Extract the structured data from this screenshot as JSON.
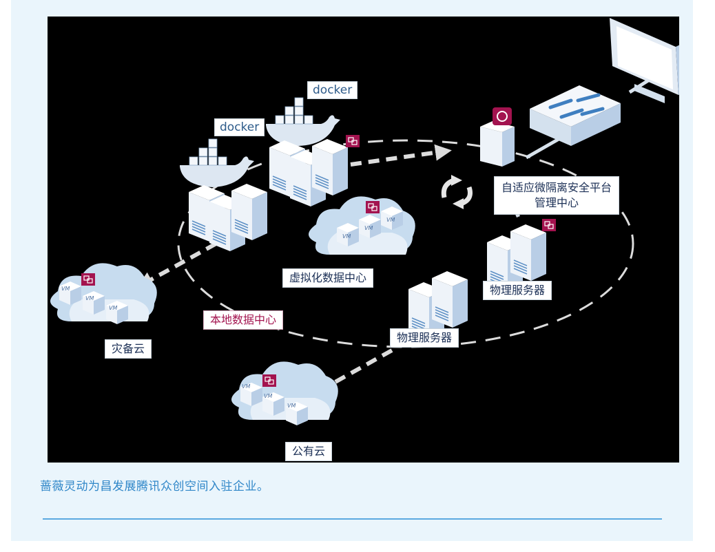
{
  "diagram": {
    "labels": {
      "docker_left": "docker",
      "docker_right": "docker",
      "platform_line1": "自适应微隔离安全平台",
      "platform_line2": "管理中心",
      "virtual_dc": "虚拟化数据中心",
      "local_dc": "本地数据中心",
      "physical_server_1": "物理服务器",
      "physical_server_2": "物理服务器",
      "disaster_cloud": "灾备云",
      "public_cloud": "公有云",
      "vm": "VM"
    },
    "colors": {
      "background": "#000000",
      "server_light": "#f2f6fb",
      "server_side": "#b9cee6",
      "cloud": "#c7dcef",
      "badge": "#a3134f",
      "label_text": "#1b2f55",
      "accent_text": "#a3134f"
    }
  },
  "caption": "蔷薇灵动为昌发展腾讯众创空间入驻企业。"
}
